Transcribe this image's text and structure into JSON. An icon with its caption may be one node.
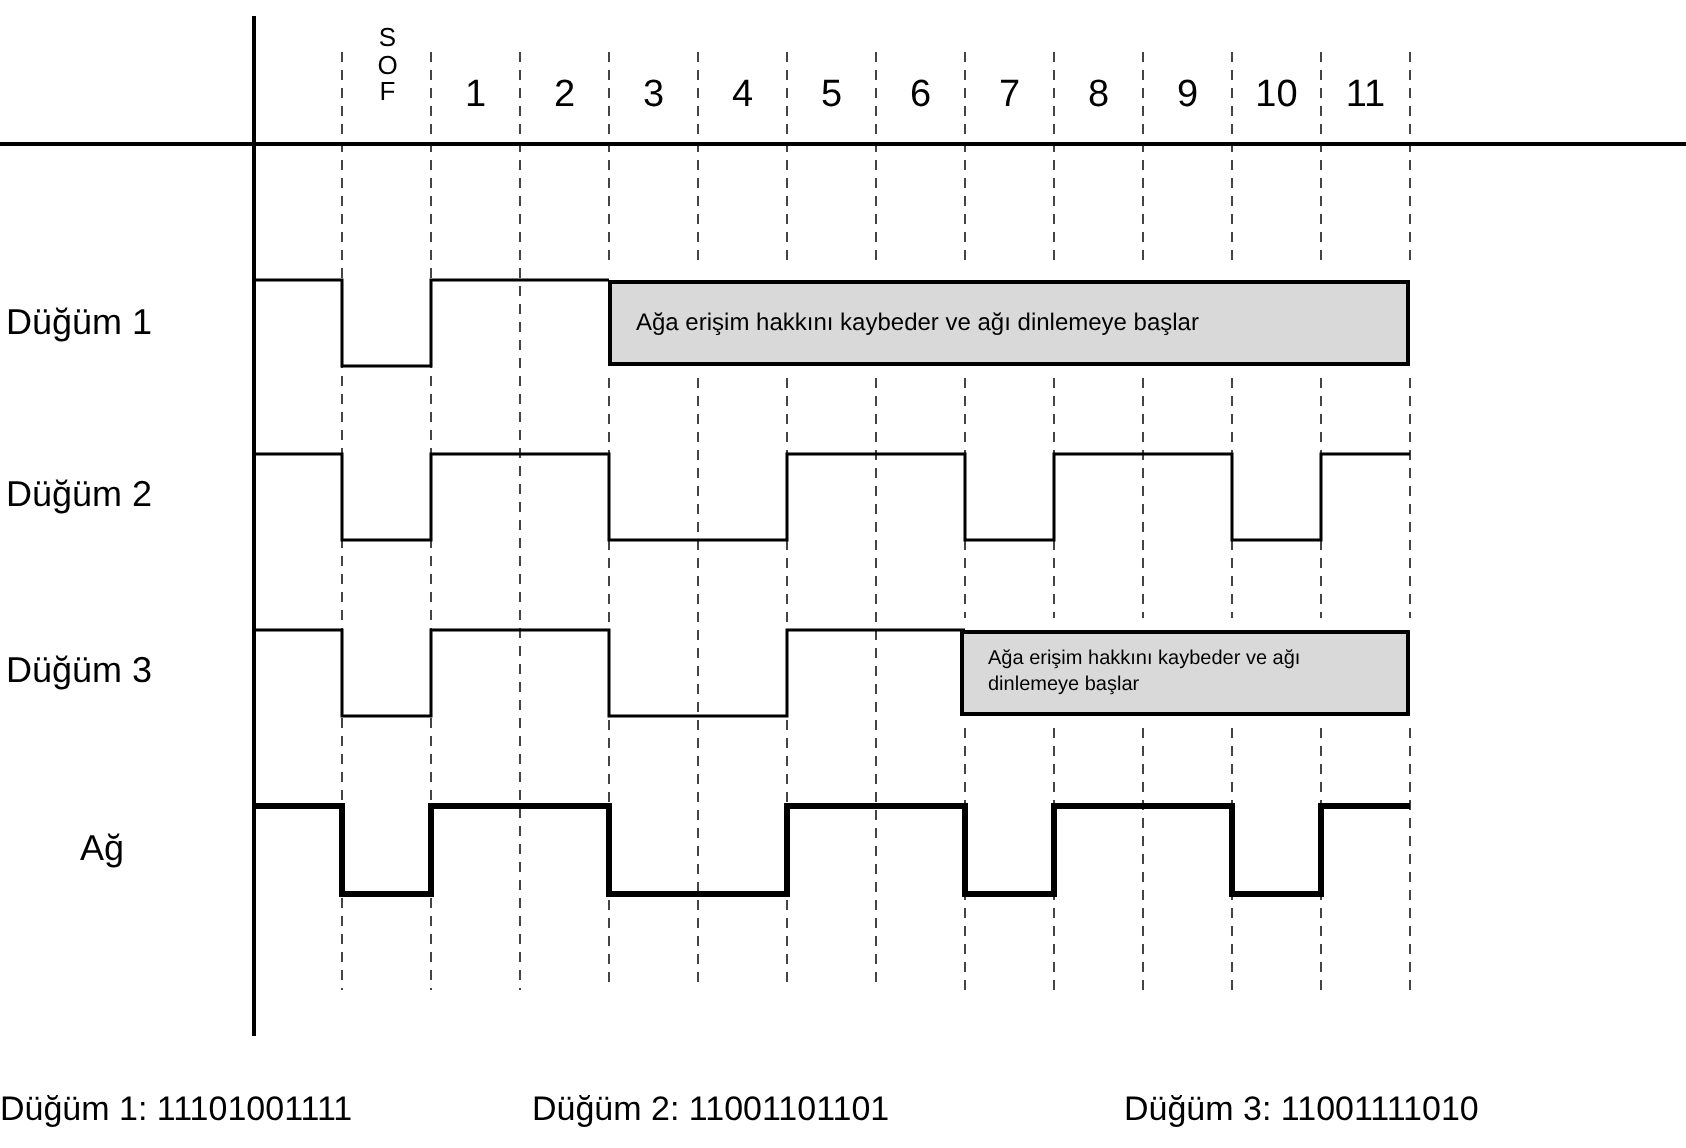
{
  "diagram": {
    "nodes": [
      {
        "text": [
          "Ağa erişim hakkını kaybeder ve ağı dinlemeye başlar"
        ]
      },
      {
        "text": [
          "Ağa erişim hakkını kaybeder ve ağı dinlemeye başlar"
        ]
      }
    ],
    "labels": [
      "SOF",
      "1",
      "2",
      "3",
      "4",
      "5",
      "6",
      "7",
      "8",
      "9",
      "10",
      "11",
      "Düğüm 1",
      "Düğüm 2",
      "Düğüm 3",
      "Ağ",
      "Düğüm 1: 11101001111",
      "Düğüm 2: 11001101101",
      "Düğüm 3: 11001111010"
    ]
  }
}
